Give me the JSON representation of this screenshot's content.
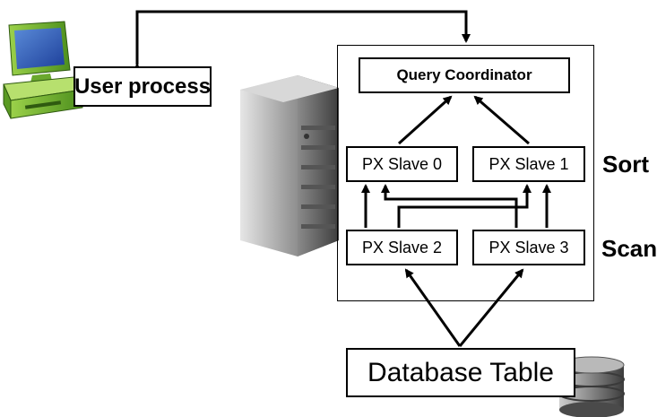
{
  "nodes": {
    "user_process": "User process",
    "query_coordinator": "Query Coordinator",
    "px_slave_0": "PX Slave 0",
    "px_slave_1": "PX Slave 1",
    "px_slave_2": "PX Slave 2",
    "px_slave_3": "PX Slave 3",
    "database_table": "Database Table"
  },
  "labels": {
    "sort": "Sort",
    "scan": "Scan"
  },
  "icons": {
    "computer": "computer-icon",
    "server": "server-tower-icon",
    "database": "database-cylinder-icon"
  }
}
